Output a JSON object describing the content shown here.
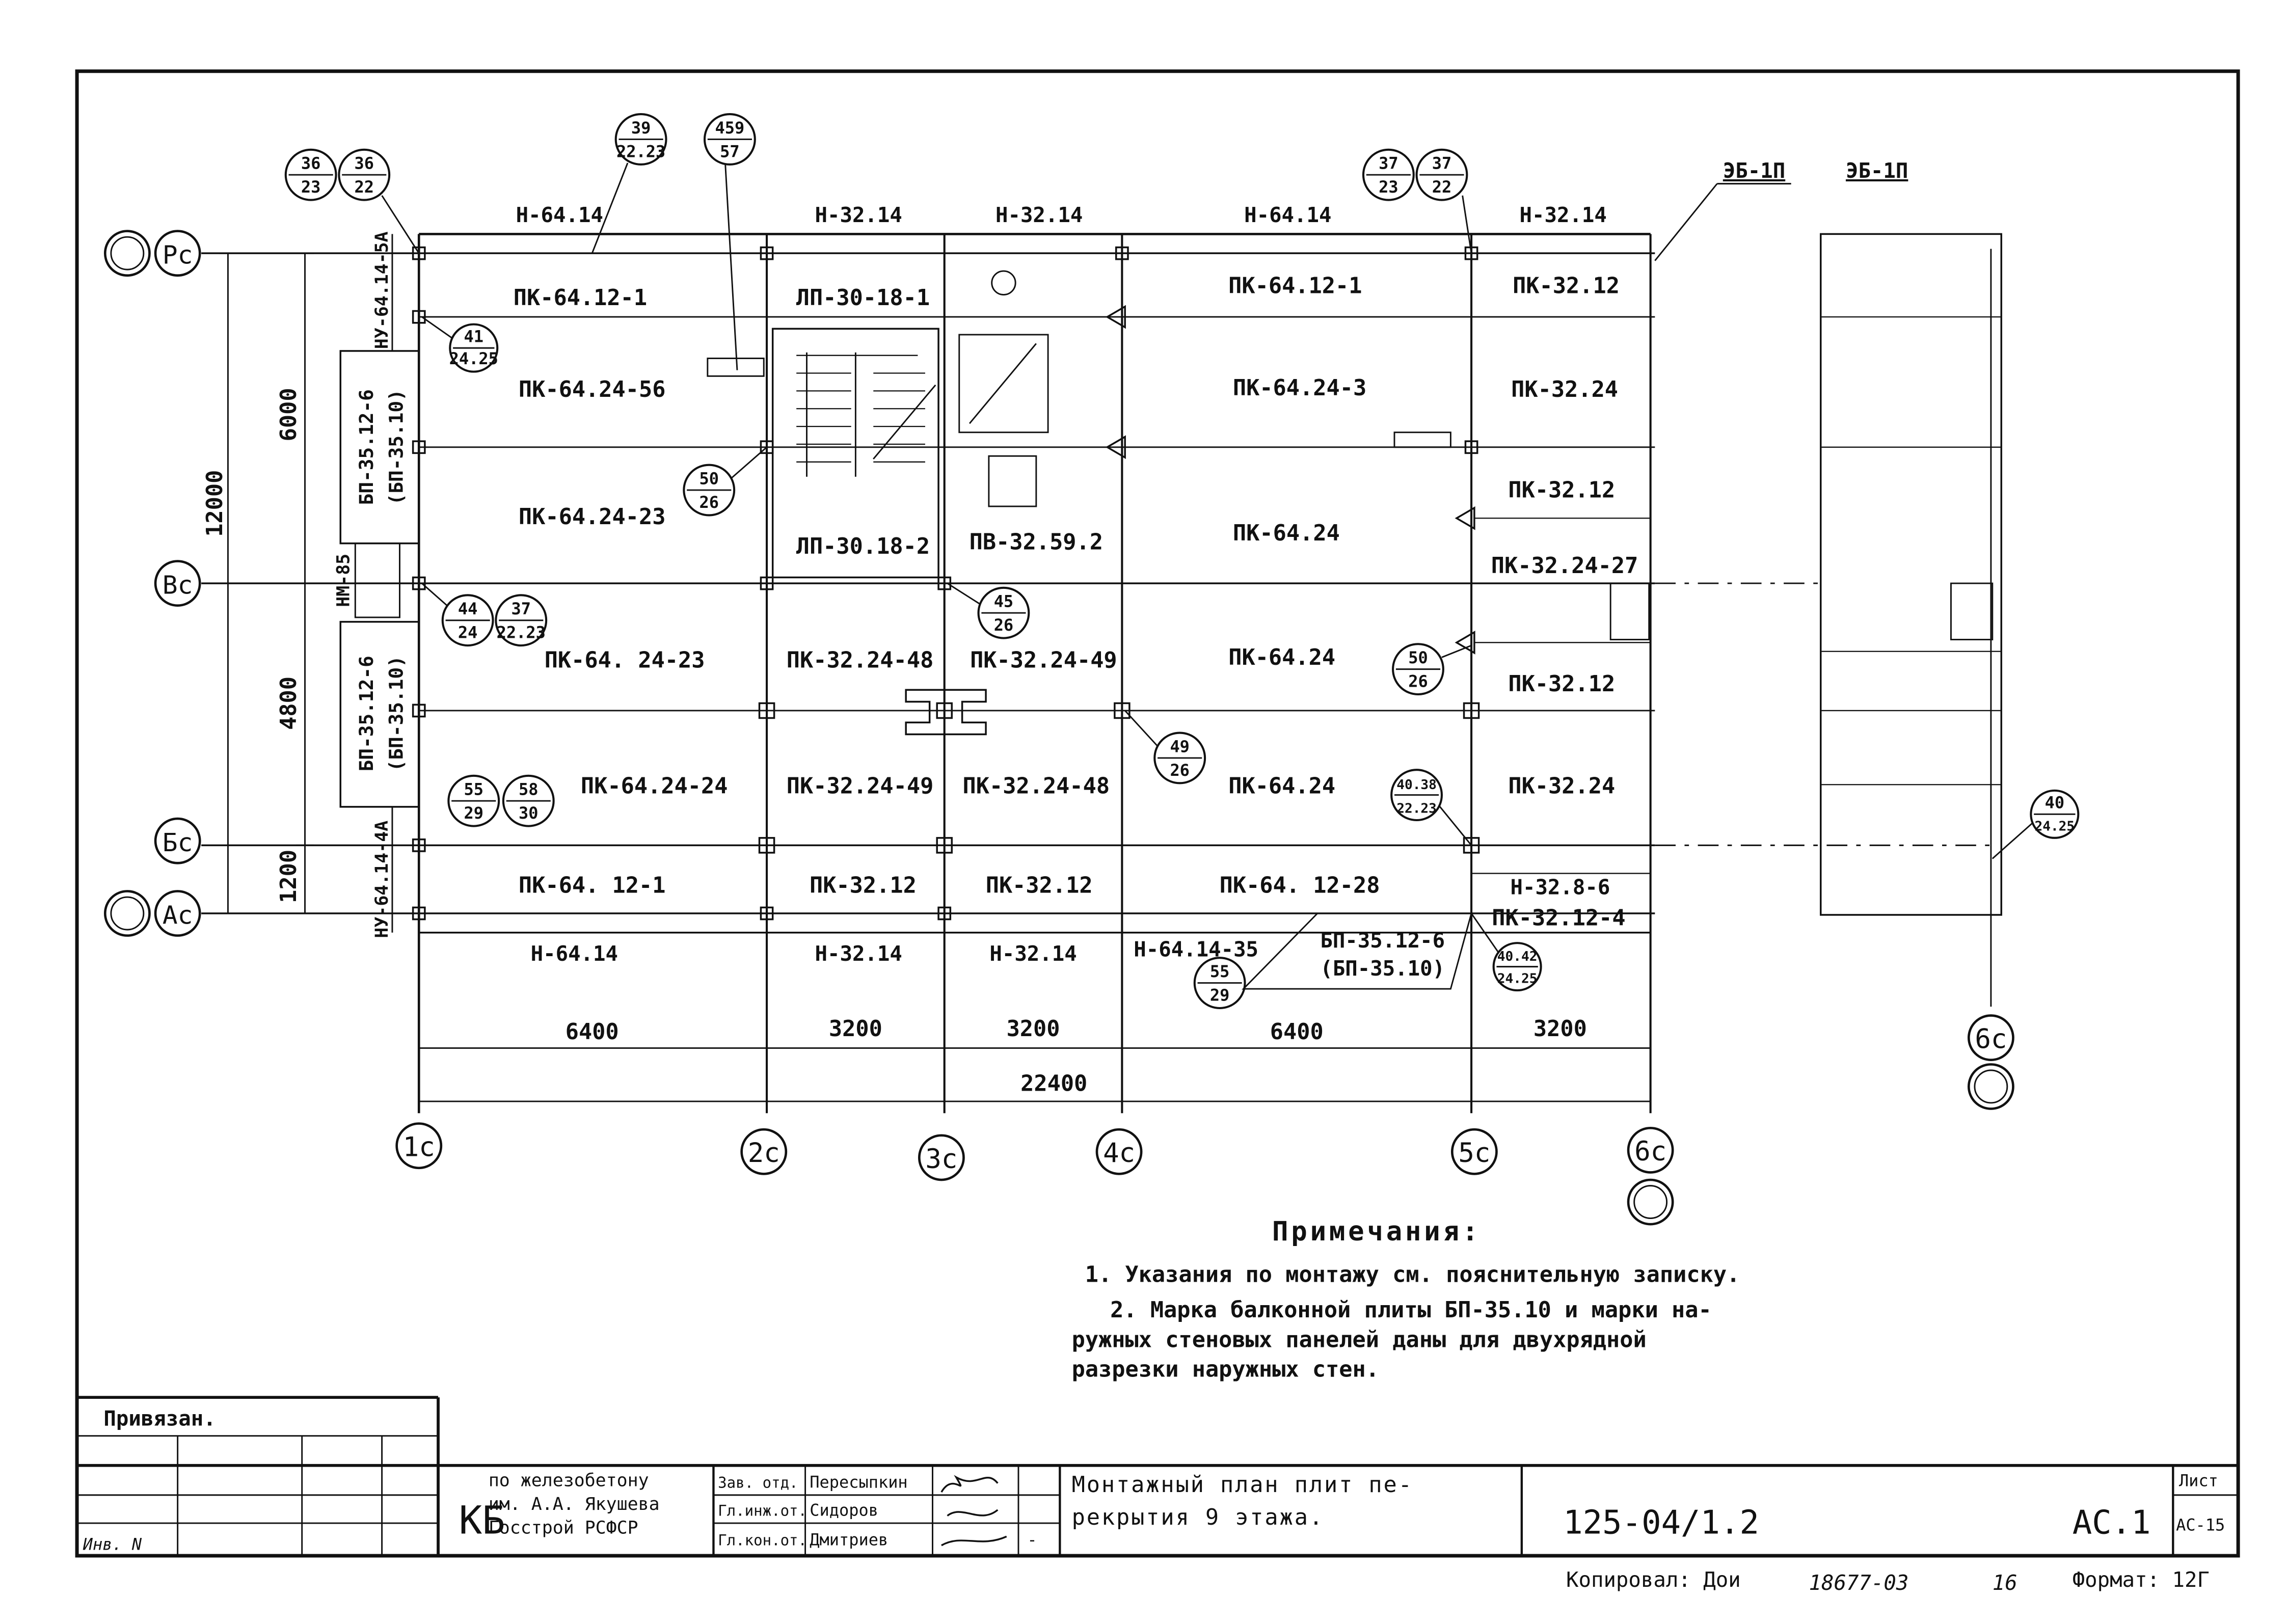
{
  "axes": {
    "columns": [
      "1с",
      "2с",
      "3с",
      "4с",
      "5с",
      "6с"
    ],
    "rows": [
      "Рс",
      "Вс",
      "Бс",
      "Ас"
    ],
    "extra_right": "6с"
  },
  "dimensions": {
    "left_total": "12000",
    "left_upper": "6000",
    "left_middle": "4800",
    "left_lower": "1200",
    "bottom_spans": [
      "6400",
      "3200",
      "3200",
      "6400",
      "3200"
    ],
    "bottom_total": "22400"
  },
  "slabs": [
    "ПК-64.12-1",
    "ПК-64.24-56",
    "ПК-64.24-23",
    "ПК-64. 24-23",
    "ПК-64.24-24",
    "ПК-64. 12-1",
    "ЛП-30-18-1",
    "ЛП-30.18-2",
    "ПВ-32.59.2",
    "ПК-32.24-48",
    "ПК-32.24-49",
    "ПК-32.24-49",
    "ПК-32.24-48",
    "ПК-32.12",
    "ПК-32.12",
    "ПК-64.12-1",
    "ПК-64.24-3",
    "ПК-64.24",
    "ПК-64.24",
    "ПК-64.24",
    "ПК-64. 12-28",
    "ПК-32.12",
    "ПК-32.24",
    "ПК-32.12",
    "ПК-32.24-27",
    "ПК-32.12",
    "ПК-32.24",
    "ПК-32.12-4"
  ],
  "edge_labels": {
    "top": [
      "Н-64.14",
      "Н-32.14",
      "Н-32.14",
      "Н-64.14",
      "Н-32.14"
    ],
    "bottom": [
      "Н-64.14",
      "Н-32.14",
      "Н-32.14",
      "Н-64.14-35",
      "Н-32.8-6"
    ],
    "right_beams": [
      "ЭБ-1П",
      "ЭБ-1П"
    ],
    "left_upper": "НУ-64.14-5А",
    "left_lower": "НУ-64.14-4А",
    "left_mid": "НМ-85",
    "balcony_upper": "БП-35.12-6",
    "balcony_upper_alt": "(БП-35.10)",
    "balcony_lower": "БП-35.12-6",
    "balcony_lower_alt": "(БП-35.10)",
    "balcony_bottom": "БП-35.12-6",
    "balcony_bottom_alt": "(БП-35.10)"
  },
  "node_marks": [
    {
      "top": "36",
      "bottom": "23"
    },
    {
      "top": "36",
      "bottom": "22"
    },
    {
      "top": "39",
      "bottom": "22.23"
    },
    {
      "top": "459",
      "bottom": "57"
    },
    {
      "top": "37",
      "bottom": "23"
    },
    {
      "top": "37",
      "bottom": "22"
    },
    {
      "top": "41",
      "bottom": "24.25"
    },
    {
      "top": "50",
      "bottom": "26"
    },
    {
      "top": "44",
      "bottom": "24"
    },
    {
      "top": "37",
      "bottom": "22.23"
    },
    {
      "top": "45",
      "bottom": "26"
    },
    {
      "top": "50",
      "bottom": "26"
    },
    {
      "top": "55",
      "bottom": "29"
    },
    {
      "top": "58",
      "bottom": "30"
    },
    {
      "top": "49",
      "bottom": "26"
    },
    {
      "top": "40.38",
      "bottom": "22.23"
    },
    {
      "top": "55",
      "bottom": "29"
    },
    {
      "top": "40.42",
      "bottom": "24.25"
    },
    {
      "top": "40",
      "bottom": "24.25"
    }
  ],
  "notes": {
    "title": "Примечания:",
    "line1": "1. Указания по монтажу см. пояснительную записку.",
    "line2a": "2. Марка балконной плиты БП-35.10 и марки на-",
    "line2b": "ружных стеновых панелей даны для двухрядной",
    "line2c": "разрезки наружных стен."
  },
  "title_block": {
    "bound": "Привязан.",
    "inv": "Инв. N",
    "kb": "КБ",
    "org1": "по железобетону",
    "org2": "им. А.А. Якушева",
    "org3": "Госстрой РСФСР",
    "role1": "Зав. отд.",
    "role2": "Гл.инж.от.",
    "role3": "Гл.кон.от.",
    "person1": "Пересыпкин",
    "person2": "Сидоров",
    "person3": "Дмитриев",
    "dash": "-",
    "title1": "Монтажный план плит пе-",
    "title2": "рекрытия 9 этажа.",
    "code": "125-04/1.2",
    "sheet_mark": "АС.1",
    "sheet_label": "Лист",
    "sheet_num": "АС-15"
  },
  "footer": {
    "copied": "Копировал: Дои",
    "number": "18677-03",
    "num2": "16",
    "format": "Формат: 12Г"
  }
}
